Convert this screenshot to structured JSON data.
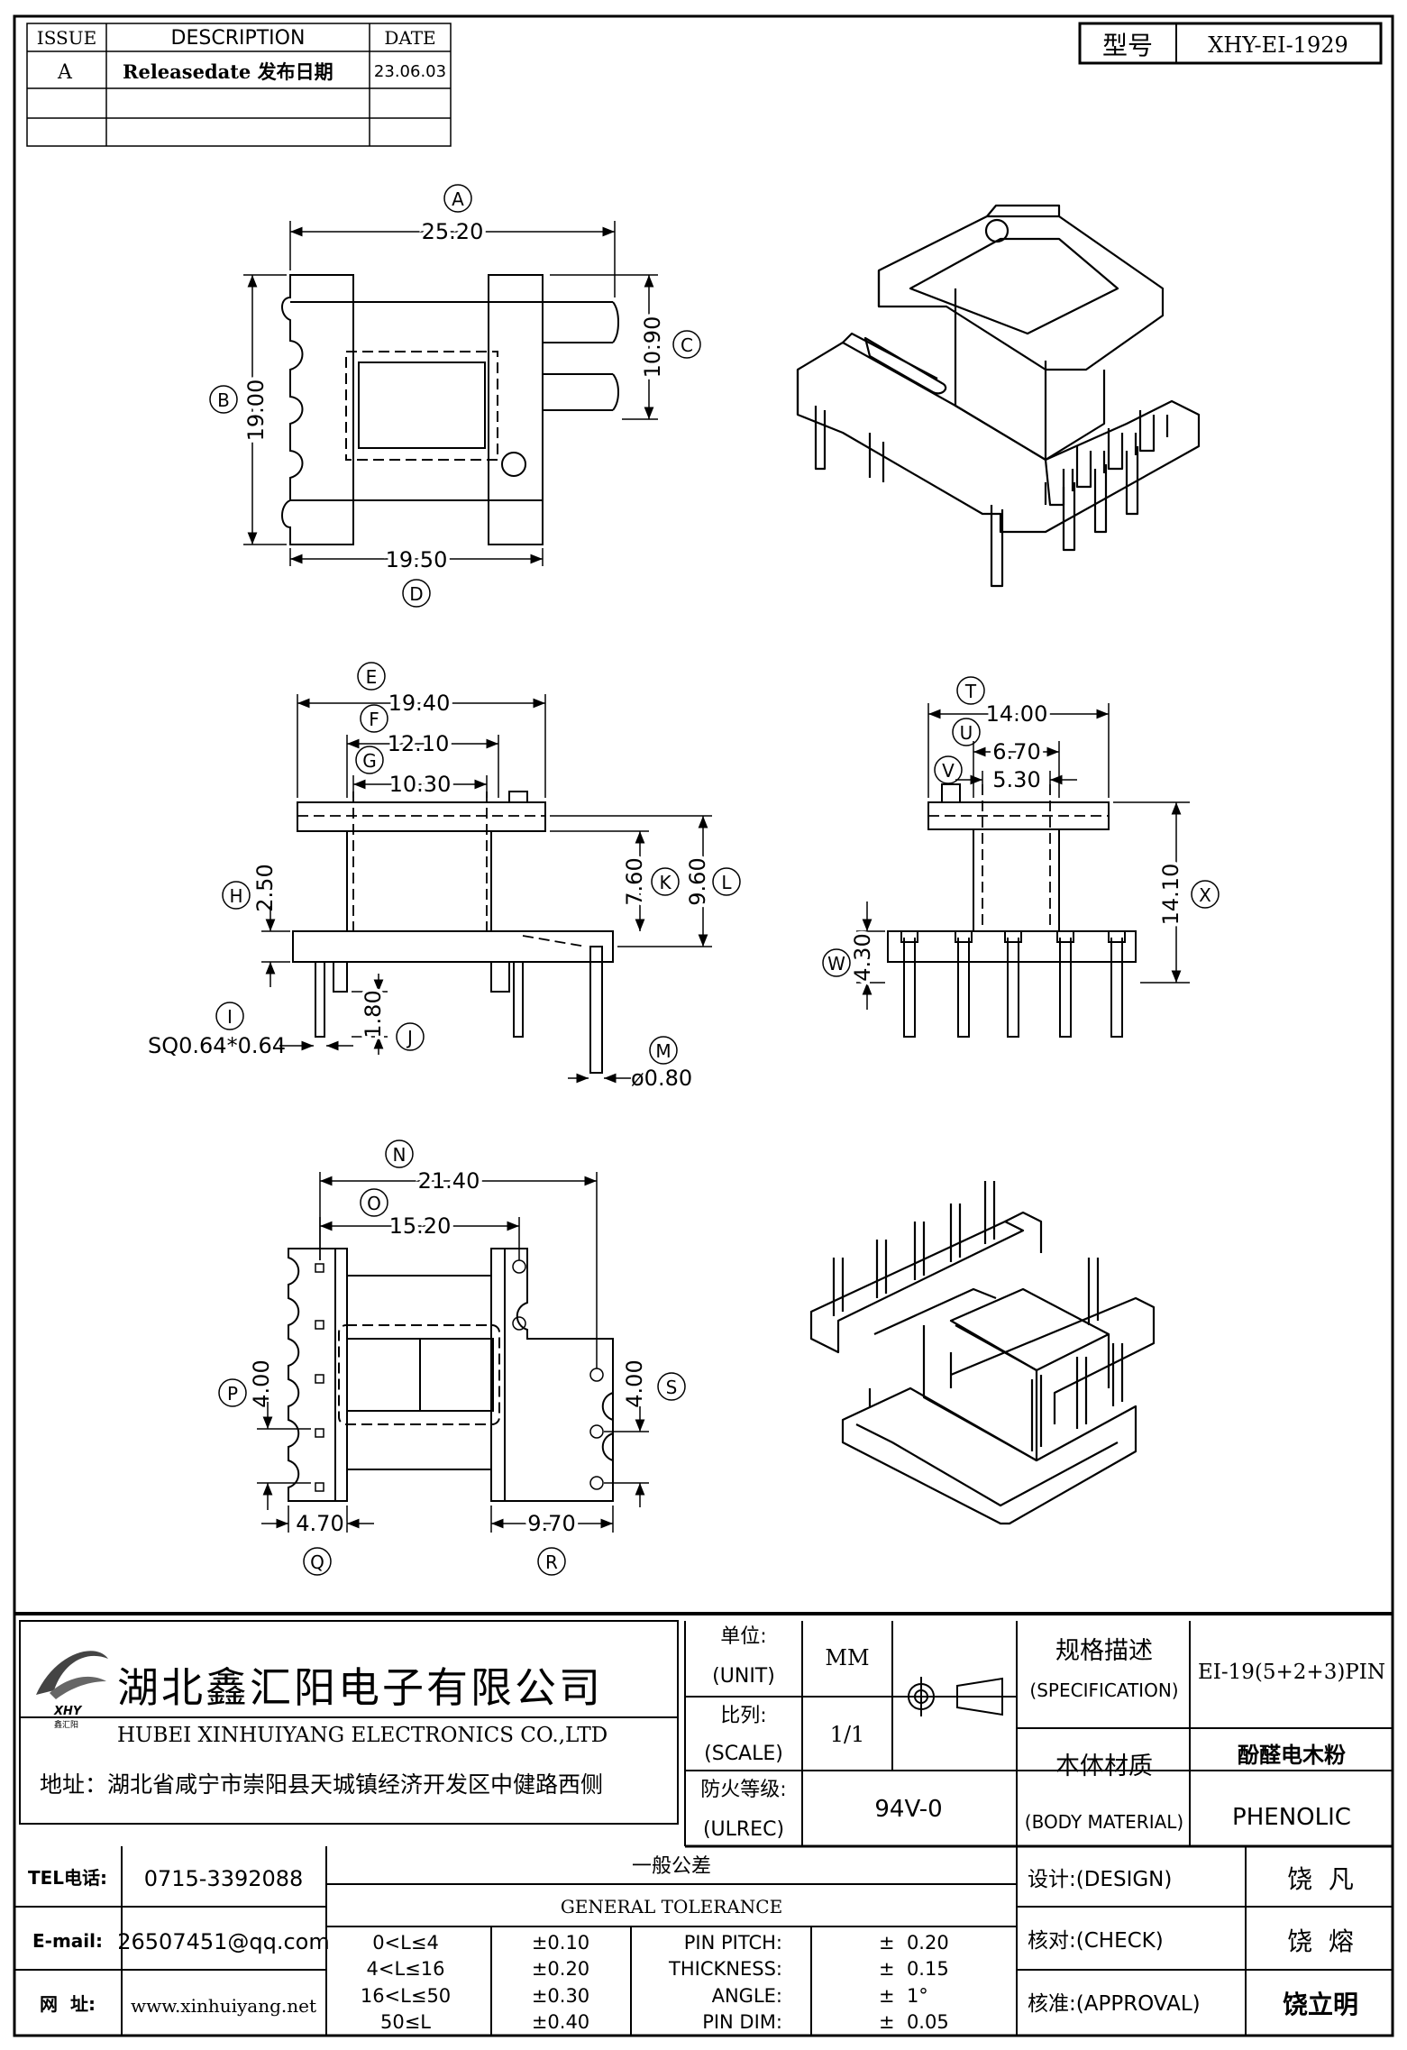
{
  "revision": {
    "headers": {
      "issue": "ISSUE",
      "description": "DESCRIPTION",
      "date": "DATE"
    },
    "rows": [
      {
        "issue": "A",
        "description": "Releasedate 发布日期",
        "date": "23.06.03"
      },
      {
        "issue": "",
        "description": "",
        "date": ""
      },
      {
        "issue": "",
        "description": "",
        "date": ""
      }
    ]
  },
  "model": {
    "label": "型号",
    "value": "XHY-EI-1929"
  },
  "dimensions": [
    {
      "id": "A",
      "value": "25.20"
    },
    {
      "id": "B",
      "value": "19.00"
    },
    {
      "id": "C",
      "value": "10.90"
    },
    {
      "id": "D",
      "value": "19.50"
    },
    {
      "id": "E",
      "value": "19.40"
    },
    {
      "id": "F",
      "value": "12.10"
    },
    {
      "id": "G",
      "value": "10.30"
    },
    {
      "id": "H",
      "value": "2.50"
    },
    {
      "id": "I",
      "value": "SQ0.64*0.64"
    },
    {
      "id": "J",
      "value": "1.80"
    },
    {
      "id": "K",
      "value": "7.60"
    },
    {
      "id": "L",
      "value": "9.60"
    },
    {
      "id": "M",
      "value": "ø0.80"
    },
    {
      "id": "N",
      "value": "21.40"
    },
    {
      "id": "O",
      "value": "15.20"
    },
    {
      "id": "P",
      "value": "4.00"
    },
    {
      "id": "Q",
      "value": "4.70"
    },
    {
      "id": "R",
      "value": "9.70"
    },
    {
      "id": "S",
      "value": "4.00"
    },
    {
      "id": "T",
      "value": "14.00"
    },
    {
      "id": "U",
      "value": "6.70"
    },
    {
      "id": "V",
      "value": "5.30"
    },
    {
      "id": "W",
      "value": "4.30"
    },
    {
      "id": "X",
      "value": "14.10"
    }
  ],
  "company": {
    "name_cn": "湖北鑫汇阳电子有限公司",
    "name_en": "HUBEI XINHUIYANG ELECTRONICS CO.,LTD",
    "address": "地址：湖北省咸宁市崇阳县天城镇经济开发区中健路西侧",
    "logo_text": "XHY",
    "logo_sub": "鑫汇阳"
  },
  "title_block": {
    "unit_label": "单位:",
    "unit_en": "(UNIT)",
    "unit_value": "MM",
    "scale_label": "比列:",
    "scale_en": "(SCALE)",
    "scale_value": "1/1",
    "fire_label": "防火等级:",
    "fire_en": "(ULREC)",
    "fire_value": "94V-0",
    "spec_label": "规格描述",
    "spec_en": "(SPECIFICATION)",
    "spec_value": "EI-19(5+2+3)PIN",
    "material_label": "本体材质",
    "material_en": "(BODY MATERIAL)",
    "material_value_cn": "酚醛电木粉",
    "material_value_en": "PHENOLIC"
  },
  "contact": {
    "tel_label": "TEL电话:",
    "tel": "0715-3392088",
    "email_label": "E-mail:",
    "email": "26507451@qq.com",
    "web_label": "网  址:",
    "web": "www.xinhuiyang.net"
  },
  "tolerance": {
    "title_cn": "一般公差",
    "title_en": "GENERAL TOLERANCE",
    "ranges": [
      {
        "range": "0<L≤4",
        "tol": "±0.10"
      },
      {
        "range": "4<L≤16",
        "tol": "±0.20"
      },
      {
        "range": "16<L≤50",
        "tol": "±0.30"
      },
      {
        "range": "50≤L",
        "tol": "±0.40"
      }
    ],
    "items": [
      {
        "label": "PIN PITCH:",
        "value": "±  0.20"
      },
      {
        "label": "THICKNESS:",
        "value": "±  0.15"
      },
      {
        "label": "ANGLE:",
        "value": "±  1°"
      },
      {
        "label": "PIN DIM:",
        "value": "±  0.05"
      }
    ]
  },
  "approvals": [
    {
      "label": "设计:(DESIGN)",
      "name": "饶  凡"
    },
    {
      "label": "核对:(CHECK)",
      "name": "饶  熔"
    },
    {
      "label": "核准:(APPROVAL)",
      "name": "饶立明"
    }
  ]
}
